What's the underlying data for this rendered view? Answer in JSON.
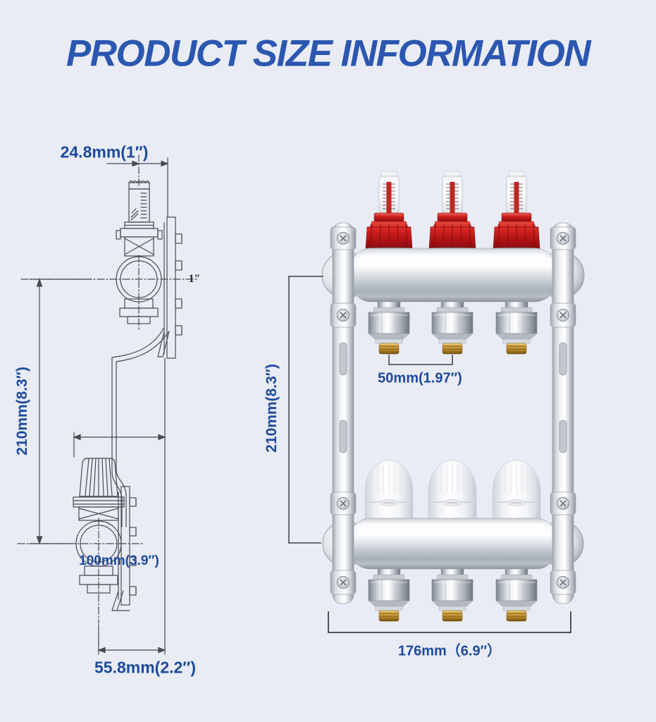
{
  "title": "PRODUCT SIZE INFORMATION",
  "colors": {
    "background": "#e9ecf5",
    "title_blue": "#2b57b0",
    "dimension_blue": "#1d4a9c",
    "drawing_line": "#454b57",
    "flowmeter_red": "#d0221f",
    "brass": "#c4933a",
    "steel": "#c6cbd1"
  },
  "figures": {
    "side_view": {
      "description": "technical side-view line drawing of manifold",
      "dim_top_width": "24.8mm(1″)",
      "dim_height": "210mm(8.3″)",
      "dim_depth": "100mm(3.9″)",
      "dim_bottom_width": "55.8mm(2.2″)",
      "port_size": "1″"
    },
    "front_view": {
      "description": "3-branch stainless manifold product render",
      "dim_height": "210mm(8.3″)",
      "dim_outlet_spacing": "50mm(1.97″)",
      "dim_width": "176mm（6.9″）"
    }
  }
}
